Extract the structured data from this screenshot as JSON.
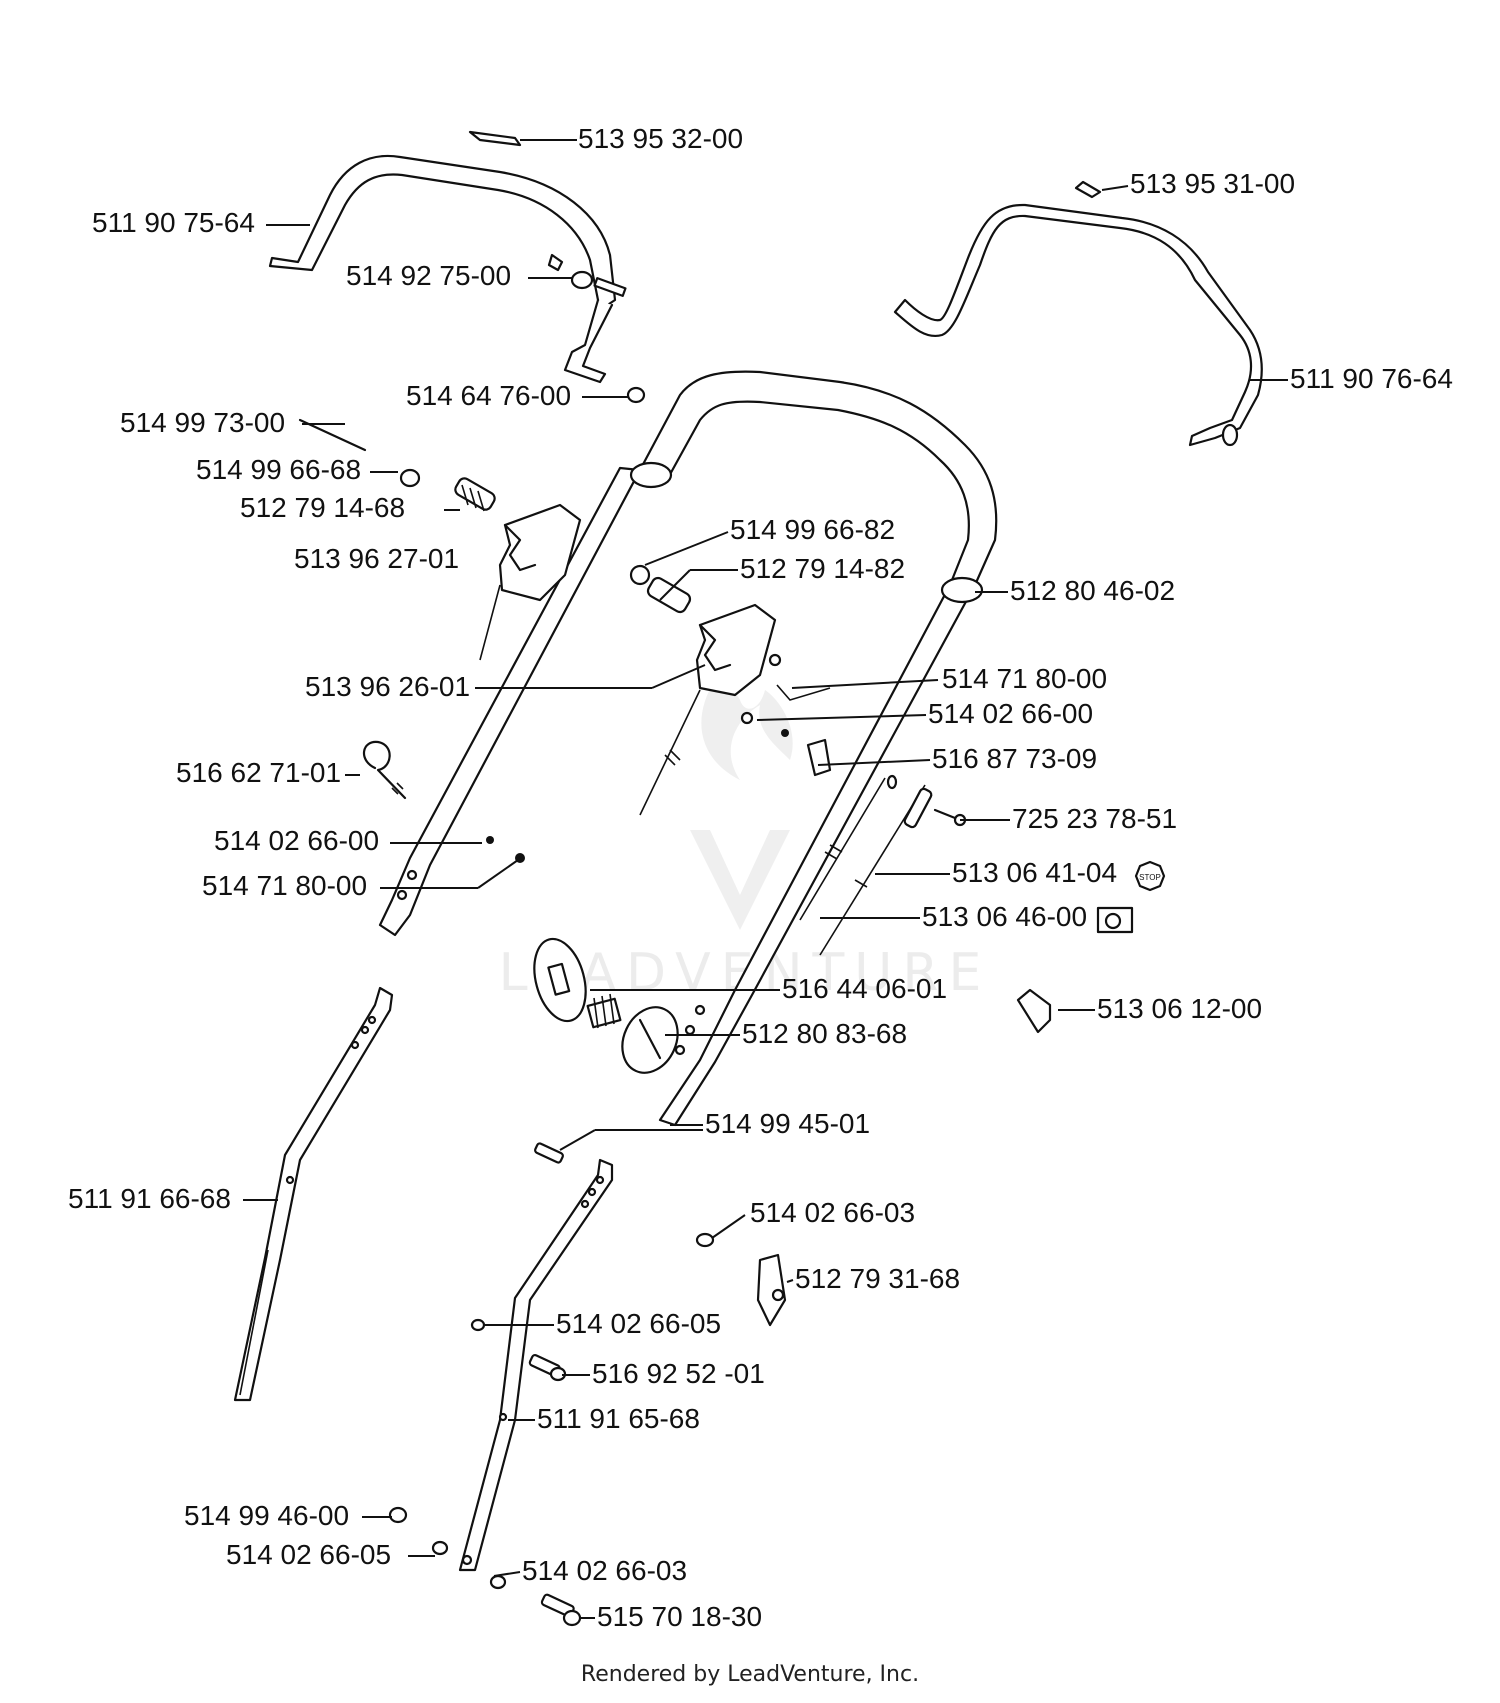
{
  "watermark": "LEADVENTURE",
  "footer": "Rendered by LeadVenture, Inc.",
  "parts": [
    {
      "id": "p1",
      "label": "513 95 32-00"
    },
    {
      "id": "p2",
      "label": "511 90 75-64"
    },
    {
      "id": "p3",
      "label": "514 92 75-00"
    },
    {
      "id": "p4",
      "label": "513 95 31-00"
    },
    {
      "id": "p5",
      "label": "511 90 76-64"
    },
    {
      "id": "p6",
      "label": "514 64 76-00"
    },
    {
      "id": "p7",
      "label": "514 99 73-00"
    },
    {
      "id": "p8",
      "label": "514 99 66-68"
    },
    {
      "id": "p9",
      "label": "512 79 14-68"
    },
    {
      "id": "p10",
      "label": "513 96 27-01"
    },
    {
      "id": "p11",
      "label": "514 99 66-82"
    },
    {
      "id": "p12",
      "label": "512 79 14-82"
    },
    {
      "id": "p13",
      "label": "512 80 46-02"
    },
    {
      "id": "p14",
      "label": "514 71 80-00"
    },
    {
      "id": "p15",
      "label": "513 96 26-01"
    },
    {
      "id": "p16",
      "label": "514 02 66-00"
    },
    {
      "id": "p17",
      "label": "516 87 73-09"
    },
    {
      "id": "p18",
      "label": "516 62 71-01"
    },
    {
      "id": "p19",
      "label": "725 23 78-51"
    },
    {
      "id": "p20",
      "label": "514 02 66-00"
    },
    {
      "id": "p21",
      "label": "513 06 41-04"
    },
    {
      "id": "p22",
      "label": "514 71 80-00"
    },
    {
      "id": "p23",
      "label": "513 06 46-00"
    },
    {
      "id": "p24",
      "label": "516 44 06-01"
    },
    {
      "id": "p25",
      "label": "513 06 12-00"
    },
    {
      "id": "p26",
      "label": "512 80 83-68"
    },
    {
      "id": "p27",
      "label": "514 99 45-01"
    },
    {
      "id": "p28",
      "label": "511 91 66-68"
    },
    {
      "id": "p29",
      "label": "514 02 66-03"
    },
    {
      "id": "p30",
      "label": "512 79 31-68"
    },
    {
      "id": "p31",
      "label": "514 02 66-05"
    },
    {
      "id": "p32",
      "label": "516 92 52 -01"
    },
    {
      "id": "p33",
      "label": "511 91 65-68"
    },
    {
      "id": "p34",
      "label": "514 99 46-00"
    },
    {
      "id": "p35",
      "label": "514 02 66-05"
    },
    {
      "id": "p36",
      "label": "514 02 66-03"
    },
    {
      "id": "p37",
      "label": "515 70 18-30"
    }
  ],
  "symbols": {
    "stop_sign": "STOP"
  },
  "icons": {
    "stop": "stop-sign-icon",
    "engine": "engine-control-icon"
  }
}
